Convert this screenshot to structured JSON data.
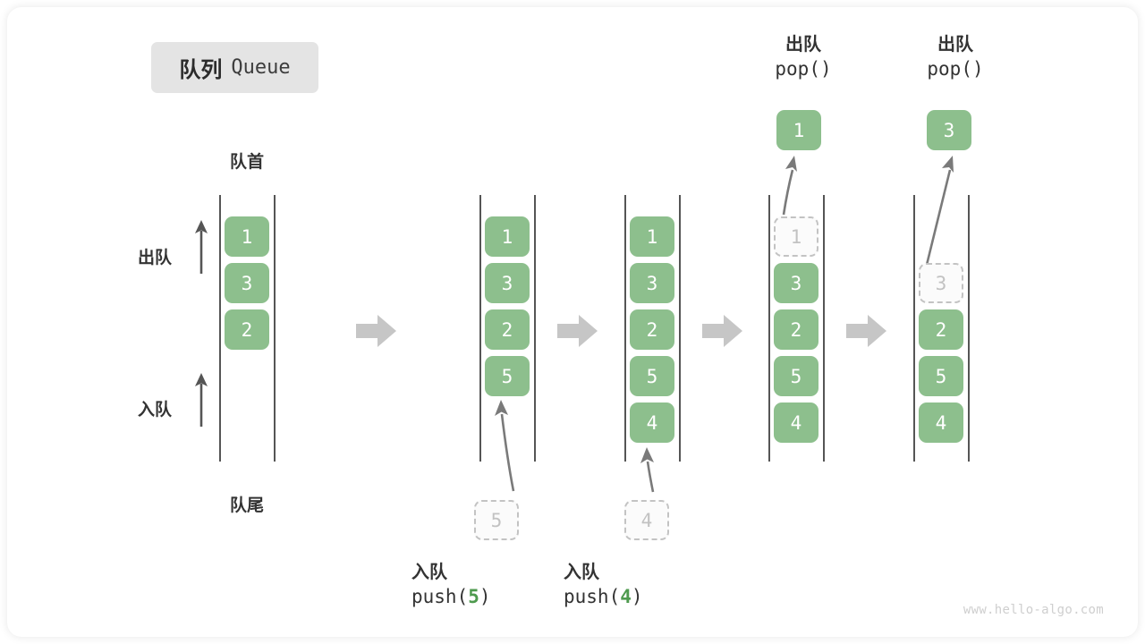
{
  "diagram": {
    "title_cn": "队列",
    "title_en": "Queue",
    "front_label": "队首",
    "rear_label": "队尾",
    "dequeue_label": "出队",
    "enqueue_label": "入队",
    "watermark": "www.hello-algo.com",
    "colors": {
      "cell_fill": "#8dbf8d",
      "cell_text": "#ffffff",
      "ghost_fill": "#fbfbfb",
      "ghost_text": "#c2c2c2",
      "ghost_border": "#c3c3c3",
      "rail": "#555555",
      "step_arrow": "#c6c6c6",
      "accent_number": "#4e9a4e",
      "title_chip_bg": "#e4e4e4"
    }
  },
  "stages": [
    {
      "id": "stage-initial",
      "cells": [
        "1",
        "3",
        "2"
      ],
      "ghost_index": -1,
      "side_labels": {
        "dequeue": "出队",
        "enqueue": "入队"
      },
      "top_label_cn": "",
      "top_label_code": "",
      "top_cell": "",
      "bottom_ghost": "",
      "bottom_label_cn": "",
      "bottom_label_code": ""
    },
    {
      "id": "stage-push-5",
      "cells": [
        "1",
        "3",
        "2",
        "5"
      ],
      "ghost_index": -1,
      "top_label_cn": "",
      "top_label_code": "",
      "top_cell": "",
      "bottom_ghost": "5",
      "bottom_label_cn": "入队",
      "bottom_label_code_pre": "push(",
      "bottom_label_num": "5",
      "bottom_label_code_post": ")"
    },
    {
      "id": "stage-push-4",
      "cells": [
        "1",
        "3",
        "2",
        "5",
        "4"
      ],
      "ghost_index": -1,
      "top_label_cn": "",
      "top_label_code": "",
      "top_cell": "",
      "bottom_ghost": "4",
      "bottom_label_cn": "入队",
      "bottom_label_code_pre": "push(",
      "bottom_label_num": "4",
      "bottom_label_code_post": ")"
    },
    {
      "id": "stage-pop-1",
      "cells": [
        "1",
        "3",
        "2",
        "5",
        "4"
      ],
      "ghost_index": 0,
      "top_label_cn": "出队",
      "top_label_code": "pop()",
      "top_cell": "1",
      "bottom_ghost": "",
      "bottom_label_cn": "",
      "bottom_label_code": ""
    },
    {
      "id": "stage-pop-3",
      "cells": [
        "",
        "3",
        "2",
        "5",
        "4"
      ],
      "ghost_index": 1,
      "top_label_cn": "出队",
      "top_label_code": "pop()",
      "top_cell": "3",
      "bottom_ghost": "",
      "bottom_label_cn": "",
      "bottom_label_code": ""
    }
  ]
}
